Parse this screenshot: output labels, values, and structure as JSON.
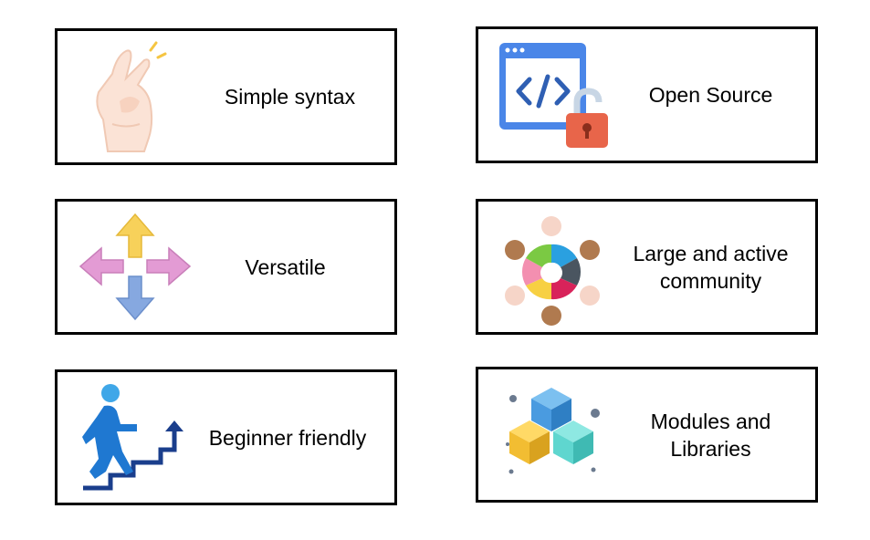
{
  "cards": [
    {
      "label": "Simple syntax",
      "icon": "snapping-fingers-icon"
    },
    {
      "label": "Open Source",
      "icon": "code-window-unlocked-icon"
    },
    {
      "label": "Versatile",
      "icon": "four-way-arrows-icon"
    },
    {
      "label": "Large and active\ncommunity",
      "icon": "community-people-circle-icon"
    },
    {
      "label": "Beginner friendly",
      "icon": "person-climbing-stairs-icon"
    },
    {
      "label": "Modules and\nLibraries",
      "icon": "stacked-cubes-icon"
    }
  ],
  "colors": {
    "border": "#000000",
    "code_window": "#4a86e8",
    "lock": "#e8654a",
    "arrow_yellow": "#f7d15a",
    "arrow_pink": "#e39bd4",
    "arrow_blue": "#86a8e0",
    "stairs_blue": "#1f78d1",
    "cube_blue": "#4a9be0",
    "cube_yellow": "#f2bd32",
    "cube_teal": "#5fd6cf"
  }
}
